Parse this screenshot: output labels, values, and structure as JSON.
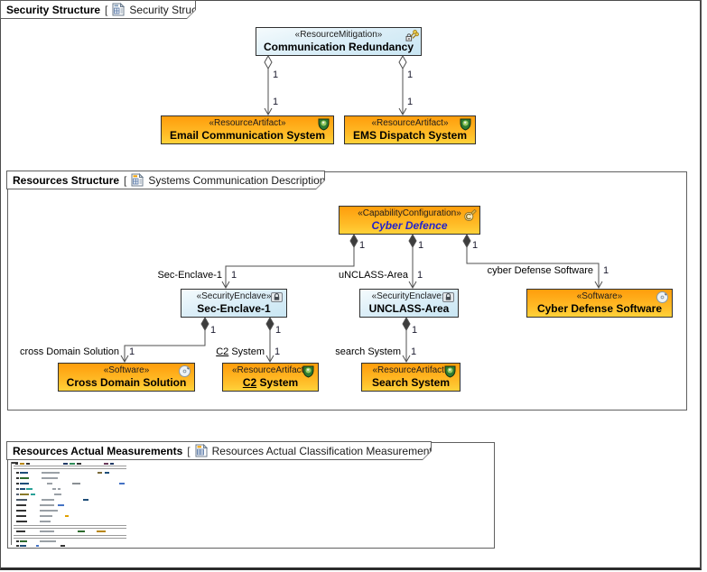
{
  "ui": {
    "bracket_open": "[",
    "bracket_close": "]",
    "mult_one": "1"
  },
  "frames": {
    "security": {
      "title": "Security Structure",
      "diagram_name": "Security Structure"
    },
    "resources": {
      "title": "Resources Structure",
      "diagram_name": "Systems Communication Description"
    },
    "measurements": {
      "title": "Resources Actual Measurements",
      "diagram_name": "Resources Actual Classification Measurements"
    }
  },
  "nodes": {
    "comm_redundancy": {
      "stereotype": "«ResourceMitigation»",
      "name": "Communication Redundancy"
    },
    "email_system": {
      "stereotype": "«ResourceArtifact»",
      "name": "Email Communication System"
    },
    "ems_dispatch": {
      "stereotype": "«ResourceArtifact»",
      "name": "EMS Dispatch System"
    },
    "cyber_defence": {
      "stereotype": "«CapabilityConfiguration»",
      "name": "Cyber Defence"
    },
    "sec_enclave": {
      "stereotype": "«SecurityEnclave»",
      "name": "Sec-Enclave-1"
    },
    "unclass_area": {
      "stereotype": "«SecurityEnclave»",
      "name": "UNCLASS-Area"
    },
    "cyber_defense_sw": {
      "stereotype": "«Software»",
      "name": "Cyber Defense Software"
    },
    "cross_domain": {
      "stereotype": "«Software»",
      "name": "Cross Domain Solution"
    },
    "c2_system": {
      "stereotype": "«ResourceArtifact»",
      "name_underlined": "C2",
      "name_rest": " System"
    },
    "search_system": {
      "stereotype": "«ResourceArtifact»",
      "name": "Search System"
    }
  },
  "labels": {
    "role_sec_enclave": "Sec-Enclave-1",
    "role_unclass": "uNCLASS-Area",
    "role_cyber_sw": "cyber Defense Software",
    "role_cross_domain": "cross Domain Solution",
    "role_c2_underlined": "C2",
    "role_c2_rest": " System",
    "role_search": "search System"
  },
  "colors": {
    "node_orange_top": "#ff9d0c",
    "node_orange_bottom": "#ffd23a",
    "node_blue": "#c9e6f3",
    "connector": "#4f4f4f",
    "cyber_defence_name": "#2323cc",
    "shield_green": "#2e7d32"
  },
  "mini_table": {
    "segs": [
      [
        0,
        0,
        1,
        92,
        "#6a6a6a"
      ],
      [
        1,
        0,
        7,
        2,
        "#3a3a3a"
      ],
      [
        3,
        4,
        125,
        1,
        "#9a9a9a"
      ],
      [
        3,
        7,
        125,
        1,
        "#9a9a9a"
      ],
      [
        5,
        1,
        3,
        2,
        "#333333"
      ],
      [
        10,
        1,
        5,
        2,
        "#b8860b"
      ],
      [
        17,
        1,
        4,
        2,
        "#333333"
      ],
      [
        58,
        1,
        5,
        2,
        "#223a66"
      ],
      [
        65,
        1,
        6,
        2,
        "#2e8b57"
      ],
      [
        73,
        1,
        5,
        2,
        "#333333"
      ],
      [
        103,
        1,
        5,
        2,
        "#6a3a5a"
      ],
      [
        110,
        1,
        4,
        2,
        "#223a66"
      ],
      [
        6,
        11,
        3,
        2,
        "#333333"
      ],
      [
        10,
        11,
        9,
        2,
        "#1f4e79"
      ],
      [
        34,
        11,
        20,
        2,
        "#9aa0a6"
      ],
      [
        96,
        11,
        5,
        2,
        "#7a6a3a"
      ],
      [
        104,
        11,
        5,
        2,
        "#1f4e79"
      ],
      [
        6,
        17,
        3,
        2,
        "#333333"
      ],
      [
        10,
        17,
        10,
        2,
        "#2e6b2e"
      ],
      [
        34,
        17,
        18,
        2,
        "#9aa0a6"
      ],
      [
        6,
        23,
        3,
        2,
        "#333333"
      ],
      [
        10,
        23,
        10,
        2,
        "#1f4e79"
      ],
      [
        40,
        23,
        6,
        2,
        "#9aa0a6"
      ],
      [
        68,
        23,
        9,
        2,
        "#8a8f94"
      ],
      [
        120,
        23,
        6,
        2,
        "#4472c4"
      ],
      [
        6,
        29,
        3,
        2,
        "#44505a"
      ],
      [
        10,
        29,
        6,
        2,
        "#1f4e79"
      ],
      [
        17,
        29,
        7,
        2,
        "#2aa198"
      ],
      [
        46,
        29,
        4,
        2,
        "#9aa0a6"
      ],
      [
        52,
        29,
        3,
        2,
        "#9aa0a6"
      ],
      [
        6,
        35,
        3,
        2,
        "#556070"
      ],
      [
        10,
        35,
        10,
        2,
        "#8a7a2a"
      ],
      [
        22,
        35,
        5,
        2,
        "#2aa198"
      ],
      [
        48,
        35,
        8,
        2,
        "#9aa0a6"
      ],
      [
        6,
        41,
        12,
        2,
        "#4a5a6a"
      ],
      [
        34,
        41,
        14,
        2,
        "#9aa0a6"
      ],
      [
        80,
        41,
        6,
        2,
        "#1f4e79"
      ],
      [
        6,
        47,
        11,
        2,
        "#333333"
      ],
      [
        32,
        47,
        16,
        2,
        "#9aa0a6"
      ],
      [
        52,
        47,
        7,
        2,
        "#4472c4"
      ],
      [
        6,
        53,
        11,
        2,
        "#333333"
      ],
      [
        32,
        53,
        20,
        2,
        "#9aa0a6"
      ],
      [
        6,
        59,
        11,
        2,
        "#333333"
      ],
      [
        32,
        59,
        14,
        2,
        "#9aa0a6"
      ],
      [
        60,
        59,
        4,
        2,
        "#e0a000"
      ],
      [
        6,
        65,
        12,
        2,
        "#333333"
      ],
      [
        32,
        65,
        12,
        2,
        "#9aa0a6"
      ],
      [
        3,
        70,
        125,
        1,
        "#9a9a9a"
      ],
      [
        3,
        73,
        125,
        1,
        "#9a9a9a"
      ],
      [
        6,
        76,
        10,
        2,
        "#333333"
      ],
      [
        32,
        76,
        16,
        2,
        "#9aa0a6"
      ],
      [
        74,
        76,
        8,
        2,
        "#2e6b2e"
      ],
      [
        95,
        76,
        10,
        2,
        "#b8860b"
      ],
      [
        3,
        81,
        125,
        1,
        "#9a9a9a"
      ],
      [
        3,
        84,
        125,
        1,
        "#9a9a9a"
      ],
      [
        6,
        87,
        3,
        2,
        "#333333"
      ],
      [
        10,
        87,
        8,
        2,
        "#2e6b2e"
      ],
      [
        32,
        87,
        18,
        2,
        "#9aa0a6"
      ],
      [
        6,
        92,
        3,
        2,
        "#333333"
      ],
      [
        10,
        92,
        7,
        2,
        "#1f4e79"
      ],
      [
        28,
        92,
        3,
        2,
        "#4472c4"
      ],
      [
        55,
        92,
        5,
        2,
        "#333333"
      ]
    ]
  }
}
